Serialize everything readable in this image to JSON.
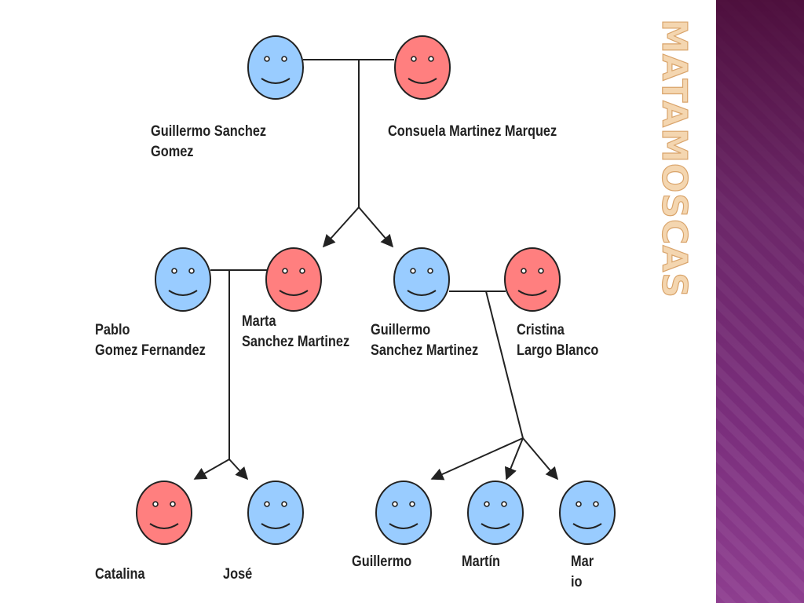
{
  "title": "MATAMOSCAS",
  "colors": {
    "male": "#99ccff",
    "female": "#ff7f7f",
    "line": "#222222",
    "sidebar": "#7a2e7c",
    "title": "#f4d6b0"
  },
  "people": [
    {
      "id": "guillermo-sanchez-gomez",
      "gender": "male",
      "lines": [
        "Guillermo Sanchez",
        "Gomez"
      ]
    },
    {
      "id": "consuela-martinez-marquez",
      "gender": "female",
      "lines": [
        "Consuela Martinez Marquez"
      ]
    },
    {
      "id": "pablo-gomez-fernandez",
      "gender": "male",
      "lines": [
        "Pablo",
        "Gomez Fernandez"
      ]
    },
    {
      "id": "marta-sanchez-martinez",
      "gender": "female",
      "lines": [
        "Marta",
        "Sanchez Martinez"
      ]
    },
    {
      "id": "guillermo-sanchez-martinez",
      "gender": "male",
      "lines": [
        "Guillermo",
        "Sanchez Martinez"
      ]
    },
    {
      "id": "cristina-largo-blanco",
      "gender": "female",
      "lines": [
        "Cristina",
        "Largo Blanco"
      ]
    },
    {
      "id": "catalina",
      "gender": "female",
      "lines": [
        "Catalina"
      ]
    },
    {
      "id": "jose",
      "gender": "male",
      "lines": [
        "José"
      ]
    },
    {
      "id": "guillermo",
      "gender": "male",
      "lines": [
        "Guillermo"
      ]
    },
    {
      "id": "martin",
      "gender": "male",
      "lines": [
        "Martín"
      ]
    },
    {
      "id": "mario",
      "gender": "male",
      "lines": [
        "Mar",
        "io"
      ]
    }
  ]
}
